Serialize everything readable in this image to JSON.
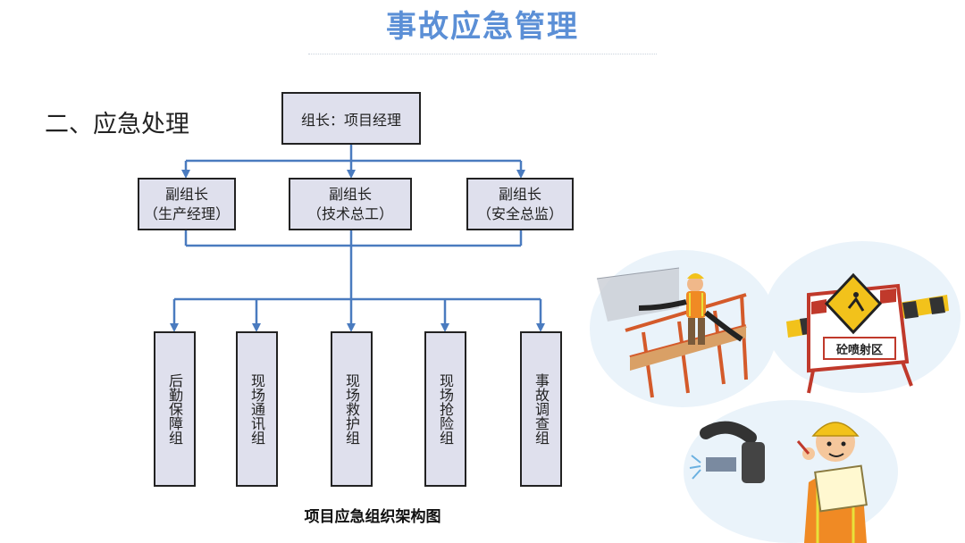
{
  "header": {
    "title": "事故应急管理"
  },
  "section": {
    "heading": "二、应急处理"
  },
  "org_chart": {
    "leader": "组长：项目经理",
    "deputies": [
      {
        "role": "副组长",
        "detail": "（生产经理）"
      },
      {
        "role": "副组长",
        "detail": "（技术总工）"
      },
      {
        "role": "副组长",
        "detail": "（安全总监）"
      }
    ],
    "groups": [
      "后勤保障组",
      "现场通讯组",
      "现场救护组",
      "现场抢险组",
      "事故调查组"
    ],
    "caption": "项目应急组织架构图"
  },
  "illustration": {
    "sign_text": "砼喷射区"
  },
  "colors": {
    "title": "#5b8fd6",
    "connector": "#4a7bbf",
    "box_fill": "#dfe0ed"
  }
}
